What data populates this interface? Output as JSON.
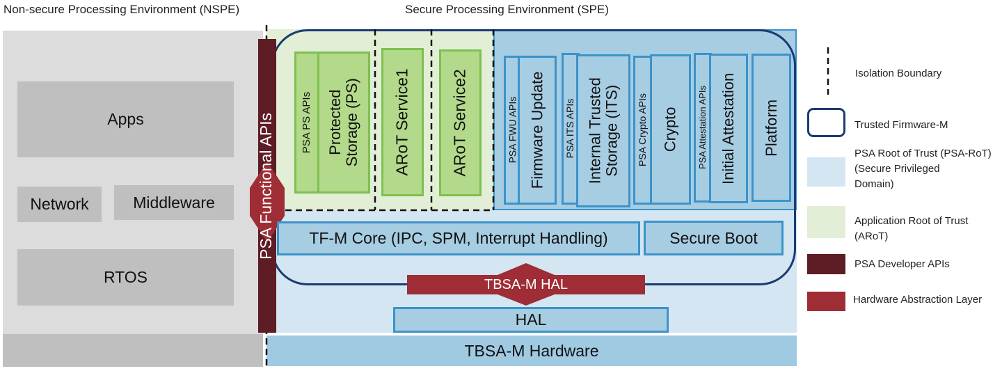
{
  "headers": {
    "nspe": "Non-secure Processing Environment (NSPE)",
    "spe": "Secure Processing Environment (SPE)"
  },
  "nspe": {
    "apps": "Apps",
    "network": "Network",
    "middleware": "Middleware",
    "rtos": "RTOS"
  },
  "psa_functional_apis": "PSA Functional APIs",
  "arot": {
    "psa_ps_apis": "PSA PS APIs",
    "protected_storage": [
      "Protected",
      "Storage (PS)"
    ],
    "arot_service1": "ARoT Service1",
    "arot_service2": "ARoT Service2"
  },
  "psa_rot": {
    "psa_fwu_apis": "PSA FWU APIs",
    "firmware_update": "Firmware Update",
    "psa_its_apis": "PSA ITS APIs",
    "internal_trusted_storage": [
      "Internal Trusted",
      "Storage (ITS)"
    ],
    "psa_crypto_apis": "PSA Crypto APIs",
    "crypto": "Crypto",
    "psa_attestation_apis": "PSA Attestation APIs",
    "initial_attestation": "Initial Attestation",
    "platform": "Platform"
  },
  "tfm_core": "TF-M Core (IPC, SPM, Interrupt Handling)",
  "secure_boot": "Secure Boot",
  "tbsa_m_hal": "TBSA-M HAL",
  "hal": "HAL",
  "tbsa_m_hardware": "TBSA-M Hardware",
  "legend": {
    "isolation_boundary": "Isolation Boundary",
    "trusted_firmware_m": "Trusted Firmware-M",
    "psa_rot": [
      "PSA Root of Trust (PSA-RoT)",
      "(Secure Privileged",
      "Domain)"
    ],
    "arot": [
      "Application Root of Trust",
      "(ARoT)"
    ],
    "psa_developer_apis": "PSA Developer APIs",
    "hardware_abstraction_layer": "Hardware Abstraction Layer"
  },
  "colors": {
    "nspe_background": "#dcdcdc",
    "nspe_box": "#bfbfbf",
    "psa_rot_light": "#d4e6f1",
    "psa_rot_box": "#a7cde3",
    "psa_rot_border": "#3b93c9",
    "arot_light": "#e2efd6",
    "arot_box": "#b3d98a",
    "arot_border": "#7ec04f",
    "tfm_border": "#1c3a72",
    "psa_developer_apis": "#5e1c24",
    "hal_red": "#9e2d35",
    "hardware": "#9fcae2"
  }
}
